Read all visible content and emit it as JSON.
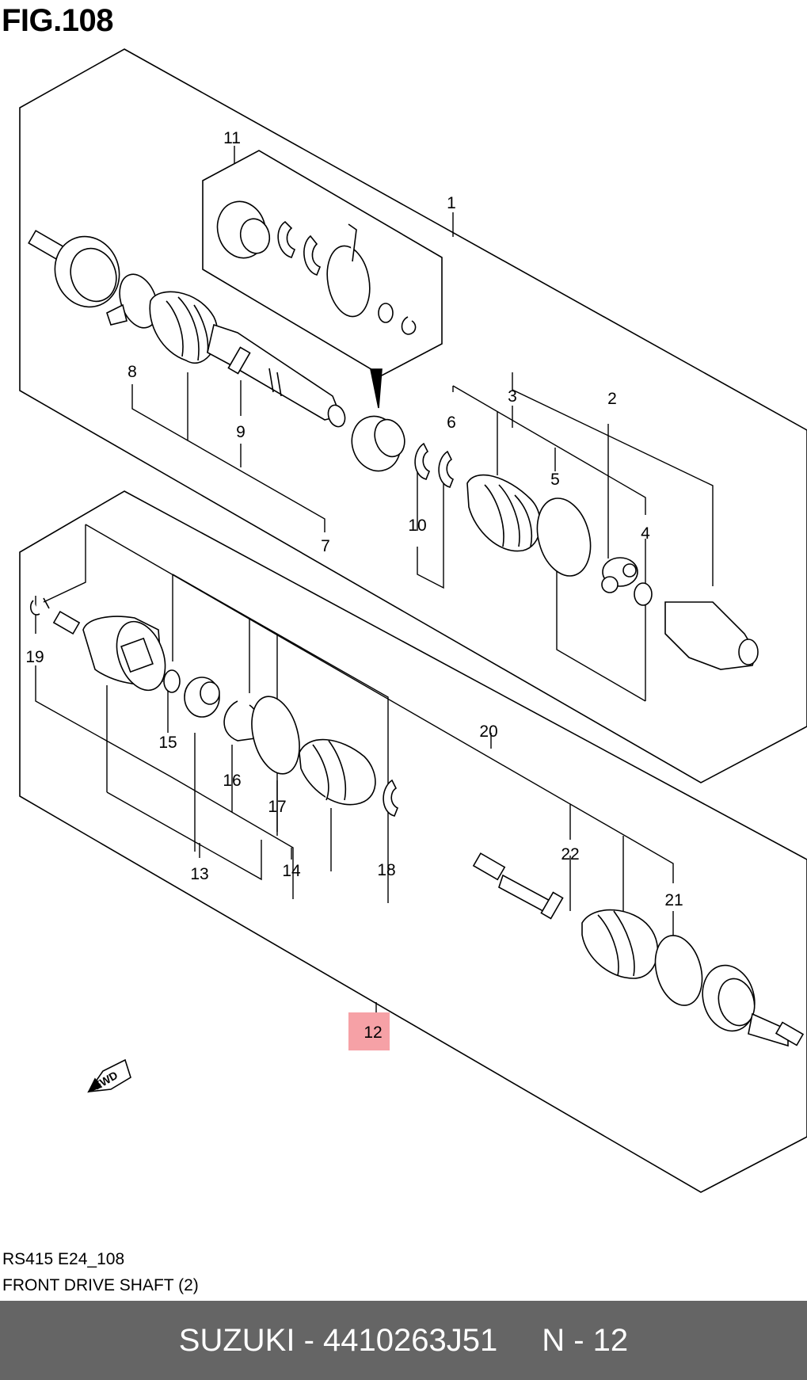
{
  "figure_title": "FIG.108",
  "code": "RS415 E24_108",
  "caption": "FRONT DRIVE SHAFT (2)",
  "footer": {
    "part_text": "SUZUKI - 4410263J51",
    "ref_text": "N - 12"
  },
  "highlight_color": "#f6a1a6",
  "callouts": {
    "n1": "1",
    "n2": "2",
    "n3": "3",
    "n4": "4",
    "n5": "5",
    "n6": "6",
    "n7": "7",
    "n8": "8",
    "n9": "9",
    "n10": "10",
    "n11": "11",
    "n12": "12",
    "n13": "13",
    "n14": "14",
    "n15": "15",
    "n16": "16",
    "n17": "17",
    "n18": "18",
    "n19": "19",
    "n20": "20",
    "n21": "21",
    "n22": "22"
  },
  "fwd_arrow_text": "FWD"
}
